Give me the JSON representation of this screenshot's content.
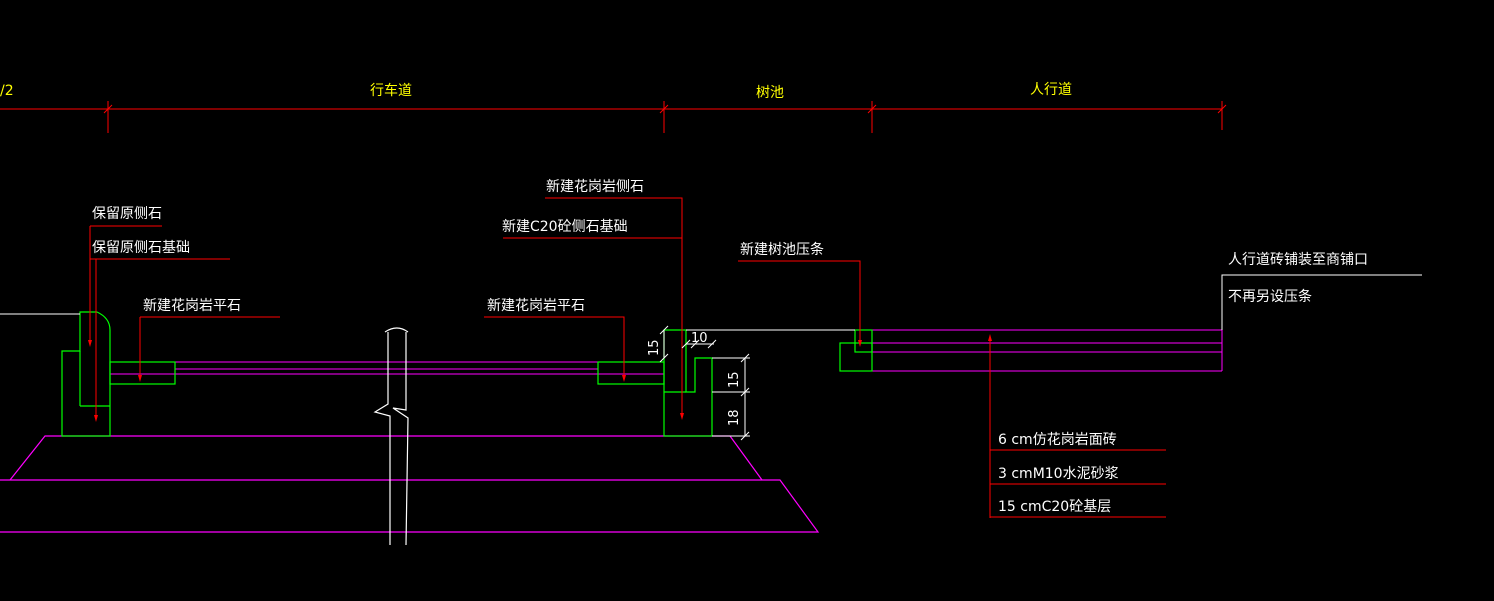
{
  "colors": {
    "background": "#000000",
    "dimension_line": "#ff0000",
    "leader_line": "#ff0000",
    "pavement_layers": "#ff00ff",
    "curb_outline": "#00ff00",
    "ground_and_break": "#ffffff",
    "section_title_text": "#ffff00",
    "annotation_text": "#ffffff"
  },
  "sections": {
    "left_partial": "/2",
    "carriageway": "行车道",
    "tree_pit": "树池",
    "sidewalk": "人行道"
  },
  "annotations": {
    "keep_original_curb": "保留原侧石",
    "keep_original_curb_foundation": "保留原侧石基础",
    "new_flat_stone_left": "新建花岗岩平石",
    "new_granite_curb": "新建花岗岩侧石",
    "new_c20_curb_foundation": "新建C20砼侧石基础",
    "new_flat_stone_right": "新建花岗岩平石",
    "new_tree_pit_edge": "新建树池压条",
    "sidewalk_paving_note_1": "人行道砖铺装至商铺口",
    "sidewalk_paving_note_2": "不再另设压条",
    "layer_1": "6 cm仿花岗岩面砖",
    "layer_2": "3 cmM10水泥砂浆",
    "layer_3": "15 cmC20砼基层"
  },
  "dimensions": {
    "curb_exposed_height": "15",
    "curb_width": "10",
    "curb_above": "15",
    "curb_below": "18"
  }
}
